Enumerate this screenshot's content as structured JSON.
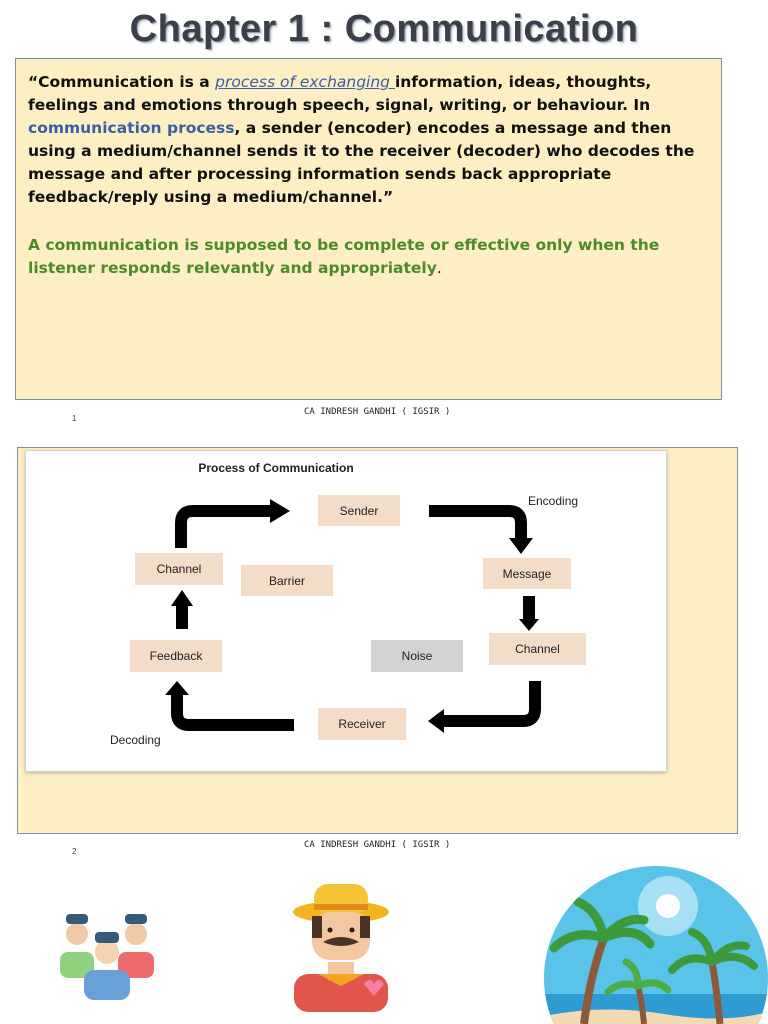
{
  "slide1": {
    "title": "Chapter 1 : Communication",
    "quote_open": "“Communication is a ",
    "quote_link1": "process of exchanging ",
    "quote_mid": "information, ideas, thoughts, feelings and emotions through speech, signal, writing, or behaviour. In ",
    "quote_link2": "communication process",
    "quote_close": ", a sender (encoder) encodes a message and then using a medium/channel sends it to the receiver (decoder) who decodes the message and after processing information sends back appropriate feedback/reply using a medium/channel.”",
    "green_text": "A communication is supposed to be complete or effective only when the listener responds relevantly and appropriately",
    "green_period": ".",
    "footer": "CA INDRESH GANDHI ( IGSIR )",
    "page": "1"
  },
  "slide2": {
    "diagram_title": "Process of Communication",
    "boxes": {
      "sender": "Sender",
      "message": "Message",
      "channel_right": "Channel",
      "receiver": "Receiver",
      "feedback": "Feedback",
      "channel_left": "Channel",
      "barrier": "Barrier",
      "noise": "Noise"
    },
    "labels": {
      "encoding": "Encoding",
      "decoding": "Decoding"
    },
    "footer": "CA INDRESH GANDHI ( IGSIR )",
    "page": "2"
  },
  "colors": {
    "slide_bg": "#fdeec4",
    "link_blue": "#3b5ea8",
    "green": "#4d8a2a",
    "box_bg": "#f3dcc8",
    "noise_bg": "#d3d3d3"
  }
}
